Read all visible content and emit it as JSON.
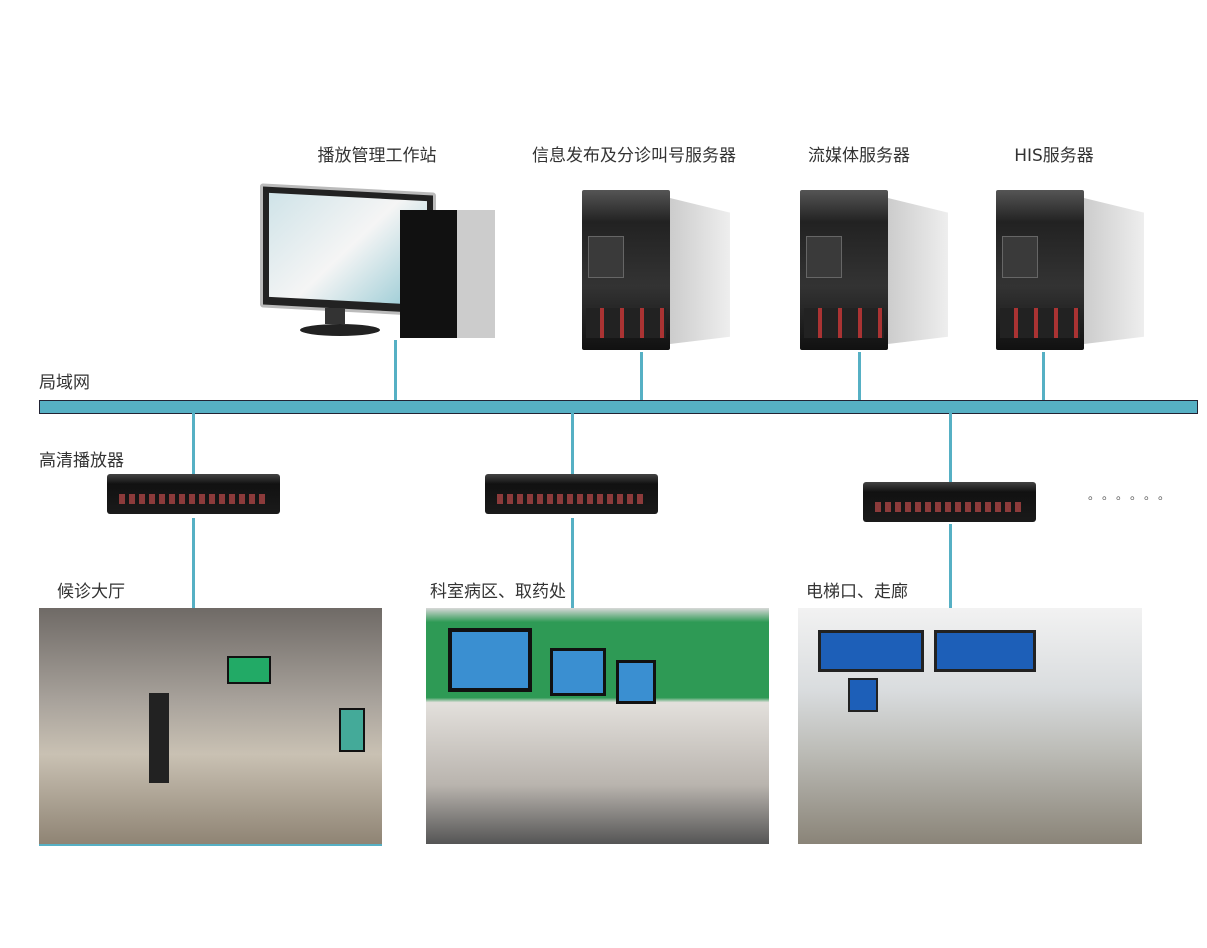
{
  "servers": [
    {
      "label": "播放管理工作站",
      "type": "workstation"
    },
    {
      "label": "信息发布及分诊叫号服务器",
      "type": "server"
    },
    {
      "label": "流媒体服务器",
      "type": "server"
    },
    {
      "label": "HIS服务器",
      "type": "server"
    }
  ],
  "network_label": "局域网",
  "player_label": "高清播放器",
  "more_indicator": "。。。。。。",
  "locations": [
    {
      "label": "候诊大厅"
    },
    {
      "label": "科室病区、取药处"
    },
    {
      "label": "电梯口、走廊"
    }
  ],
  "colors": {
    "bus": "#56b0c4"
  }
}
